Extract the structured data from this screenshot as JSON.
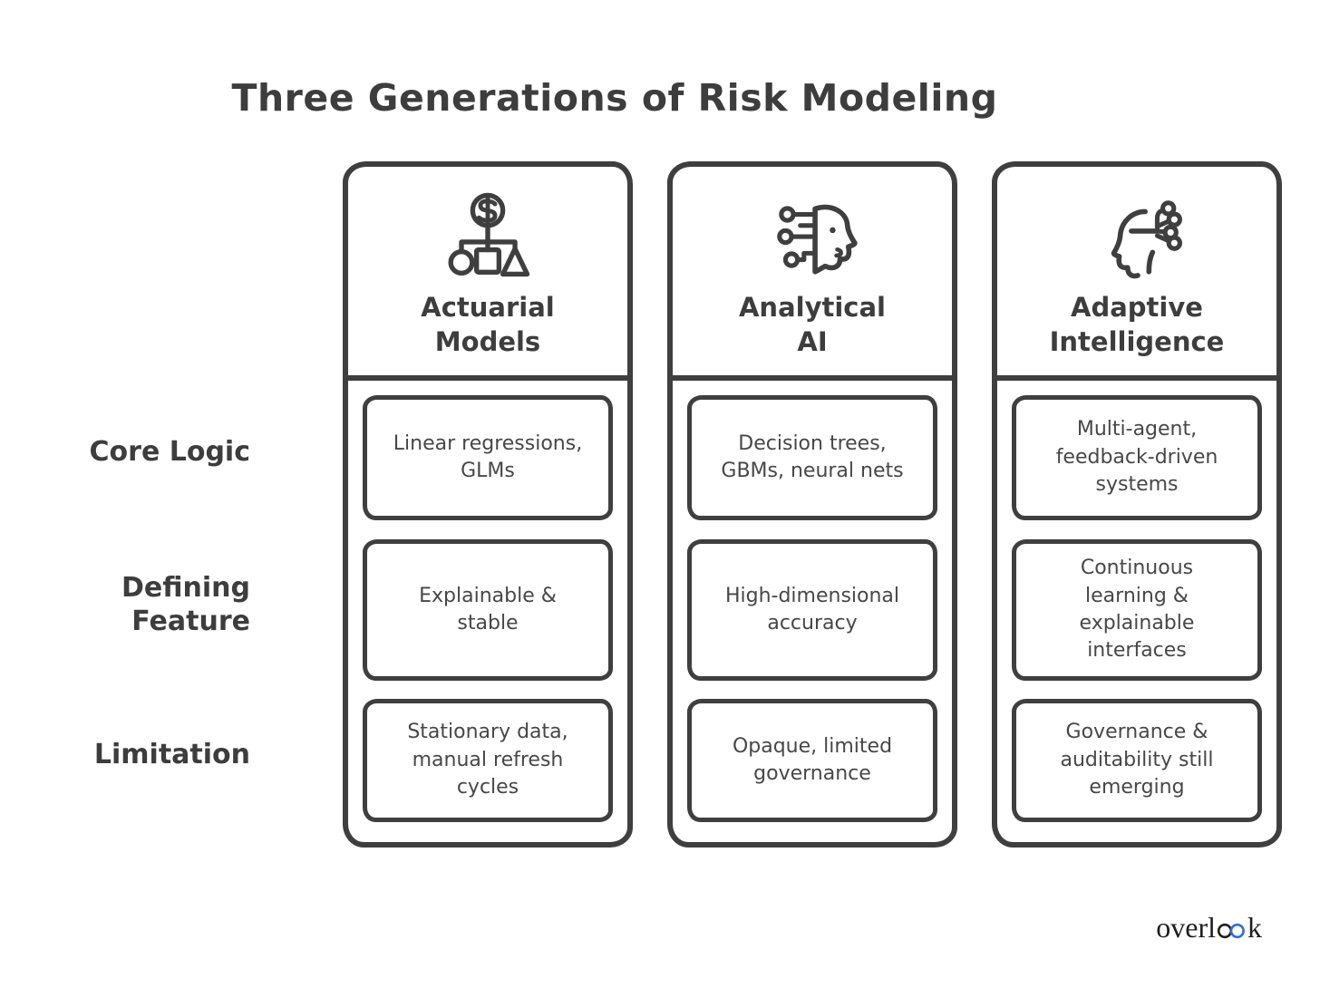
{
  "title": "Three Generations of Risk Modeling",
  "row_labels": [
    "Core Logic",
    "Defining\nFeature",
    "Limitation"
  ],
  "columns": [
    {
      "icon": "money-flowchart-icon",
      "title": "Actuarial\nModels",
      "core_logic": "Linear regressions,\nGLMs",
      "defining_feature": "Explainable &\nstable",
      "limitation": "Stationary data,\nmanual refresh\ncycles"
    },
    {
      "icon": "circuit-head-icon",
      "title": "Analytical\nAI",
      "core_logic": "Decision trees,\nGBMs, neural nets",
      "defining_feature": "High-dimensional\naccuracy",
      "limitation": "Opaque, limited\ngovernance"
    },
    {
      "icon": "adaptive-head-network-icon",
      "title": "Adaptive\nIntelligence",
      "core_logic": "Multi-agent,\nfeedback-driven\nsystems",
      "defining_feature": "Continuous\nlearning &\nexplainable\ninterfaces",
      "limitation": "Governance &\nauditability still\nemerging"
    }
  ],
  "logo": {
    "name": "overlook",
    "prefix": "overl",
    "suffix": "k",
    "accent_color": "#2e6bdf"
  },
  "colors": {
    "ink": "#3f3f3f",
    "cell_text": "#474747",
    "background": "#ffffff"
  }
}
